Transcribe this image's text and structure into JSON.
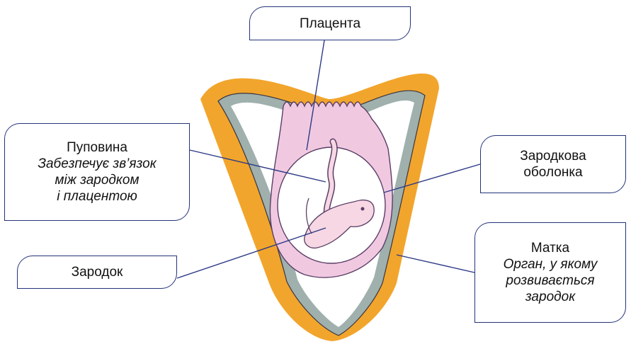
{
  "labels": {
    "placenta": {
      "title": "Плацента"
    },
    "umbilical_cord": {
      "title": "Пуповина",
      "desc_1": "Забезпечує зв’язок",
      "desc_2": "між зародком",
      "desc_3": "і плацентою"
    },
    "embryonic_membrane": {
      "title_1": "Зародкова",
      "title_2": "оболонка"
    },
    "uterus": {
      "title": "Матка",
      "desc_1": "Орган, у якому",
      "desc_2": "розвивається",
      "desc_3": "зародок"
    },
    "embryo": {
      "title": "Зародок"
    }
  },
  "colors": {
    "uterine_wall": "#f2a52c",
    "wall_lining": "#9fb0ad",
    "cavity": "#ffffff",
    "placenta": "#f0c9e1",
    "membrane_outline": "#5b3e66",
    "embryo": "#f6d7e3",
    "box_border": "#24337a",
    "leader_line": "#2d3a86"
  }
}
